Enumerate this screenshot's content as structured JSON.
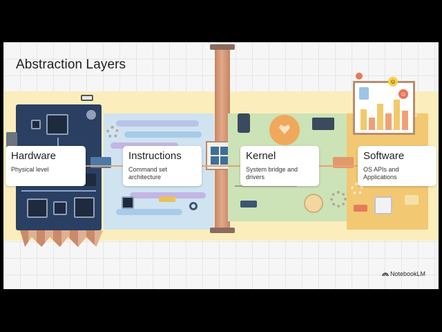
{
  "slide": {
    "title": "Abstraction Layers",
    "brand": "NotebookLM"
  },
  "layers": [
    {
      "title": "Hardware",
      "subtitle": "Physical level"
    },
    {
      "title": "Instructions",
      "subtitle": "Command set architecture"
    },
    {
      "title": "Kernel",
      "subtitle": "System bridge and drivers"
    },
    {
      "title": "Software",
      "subtitle": "OS APIs and Applications"
    }
  ],
  "colors": {
    "hardware_panel": "#2b3f63",
    "instructions_panel": "#cfe3f1",
    "kernel_panel": "#cbe3b6",
    "software_panel": "#f3c873",
    "band": "#fbeebc",
    "connector": "#e7a274"
  }
}
